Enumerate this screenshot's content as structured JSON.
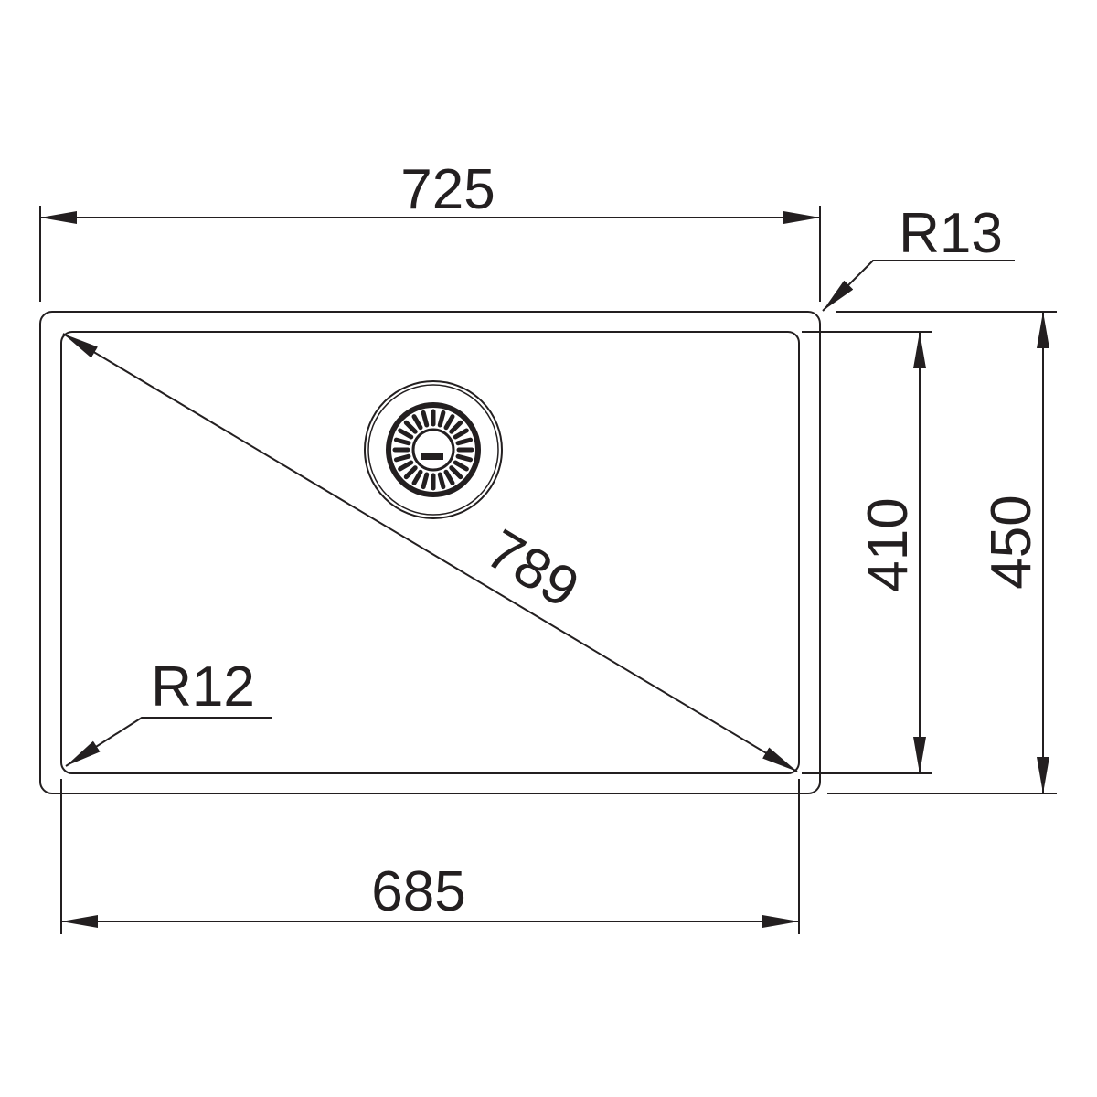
{
  "dimensions": {
    "overall_width": "725",
    "overall_depth": "450",
    "bowl_width": "685",
    "bowl_depth": "410",
    "bowl_diagonal": "789",
    "outer_radius": "R13",
    "inner_radius": "R12"
  },
  "colors": {
    "line": "#231f20",
    "background": "#ffffff"
  }
}
